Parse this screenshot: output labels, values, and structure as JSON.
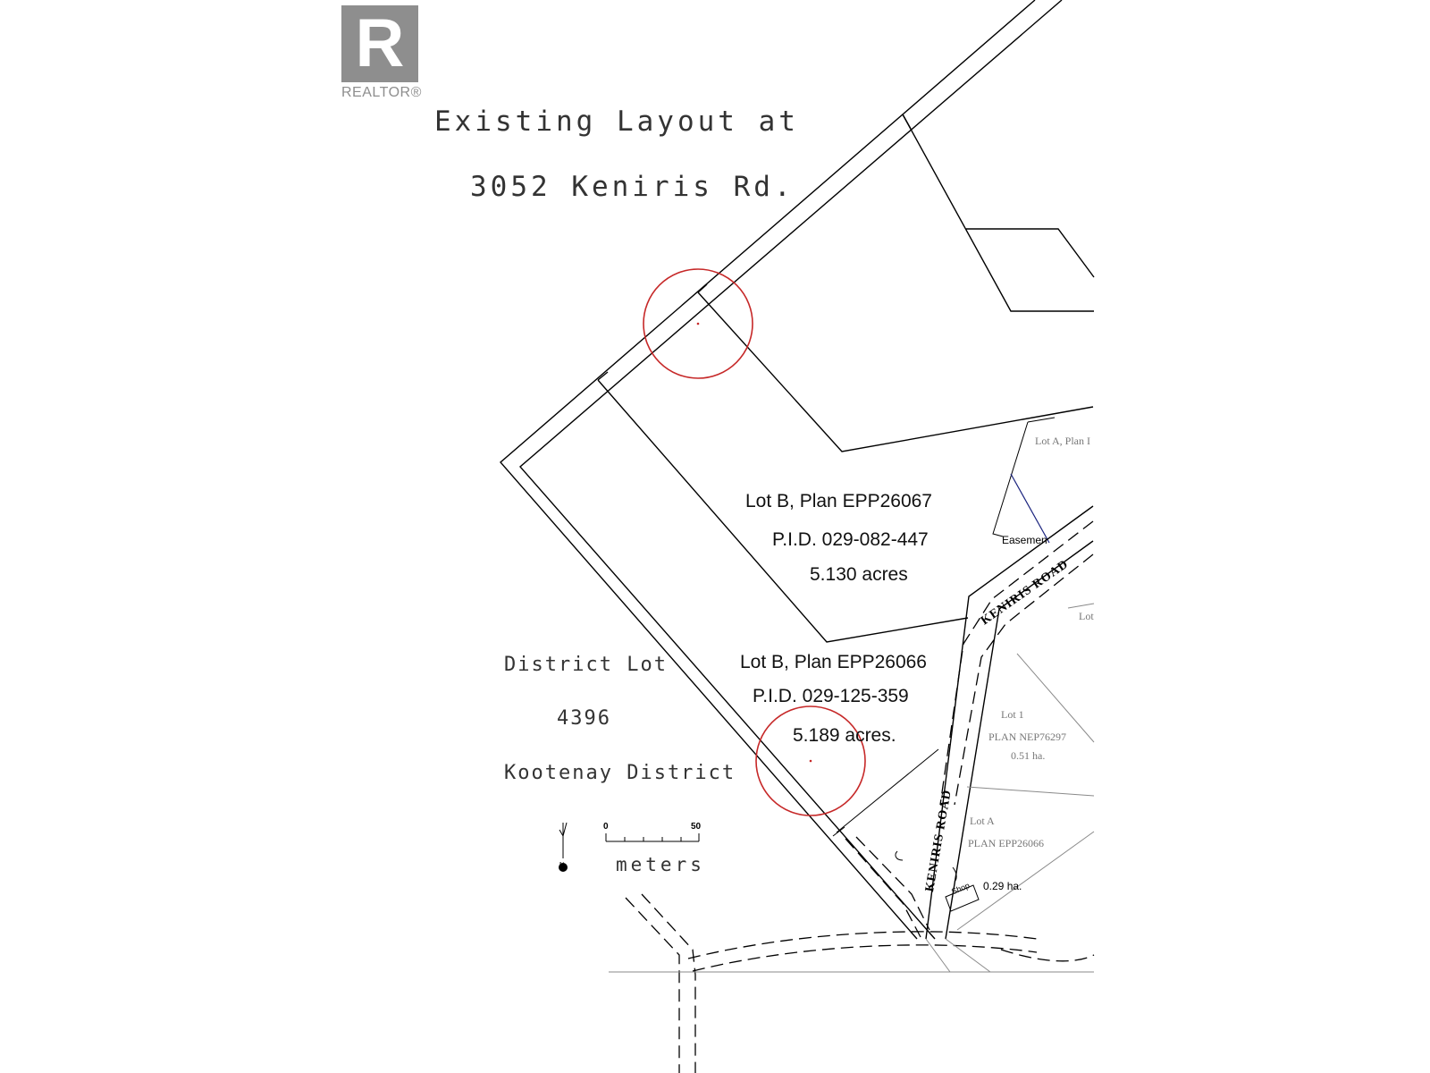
{
  "logo": {
    "letter": "R",
    "text": "REALTOR®"
  },
  "title": {
    "line1": "Existing Layout at",
    "line2": "3052 Keniris Rd."
  },
  "lots": [
    {
      "name": "Lot B, Plan EPP26067",
      "pid": "P.I.D. 029-082-447",
      "area": "5.130 acres"
    },
    {
      "name": "Lot B, Plan EPP26066",
      "pid": "P.I.D. 029-125-359",
      "area": "5.189 acres."
    }
  ],
  "district": {
    "line1": "District Lot",
    "line2": "4396",
    "line3": "Kootenay District"
  },
  "neighbors": {
    "lot_a_top": "Lot A, Plan I",
    "easement": "Easemen",
    "lot_1": "Lot 1",
    "lot_1_plan": "PLAN NEP76297",
    "lot_1_area": "0.51 ha.",
    "lot_a": "Lot A",
    "lot_a_plan": "PLAN EPP26066",
    "lot_a_area": "0.29 ha.",
    "lot_edge": "Lot",
    "shop": "Shop"
  },
  "roads": {
    "upper": "KENIRIS ROAD",
    "lower": "KENIRIS ROAD"
  },
  "scale": {
    "start": "0",
    "end": "50",
    "unit": "meters"
  },
  "north": {
    "label": "N"
  },
  "colors": {
    "marker": "#c62828",
    "logo": "#8e8e8e",
    "line": "#000000"
  }
}
